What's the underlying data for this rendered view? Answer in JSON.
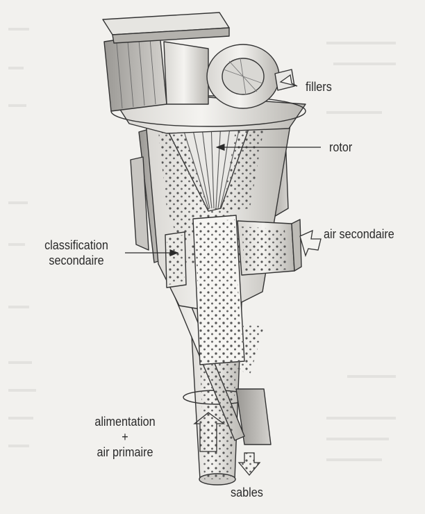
{
  "diagram": {
    "labels": {
      "fillers": "fillers",
      "rotor": "rotor",
      "air_secondaire": "air secondaire",
      "classification_line1": "classification",
      "classification_line2": "secondaire",
      "alimentation_line1": "alimentation",
      "alimentation_plus": "+",
      "alimentation_line3": "air primaire",
      "sables": "sables"
    }
  }
}
